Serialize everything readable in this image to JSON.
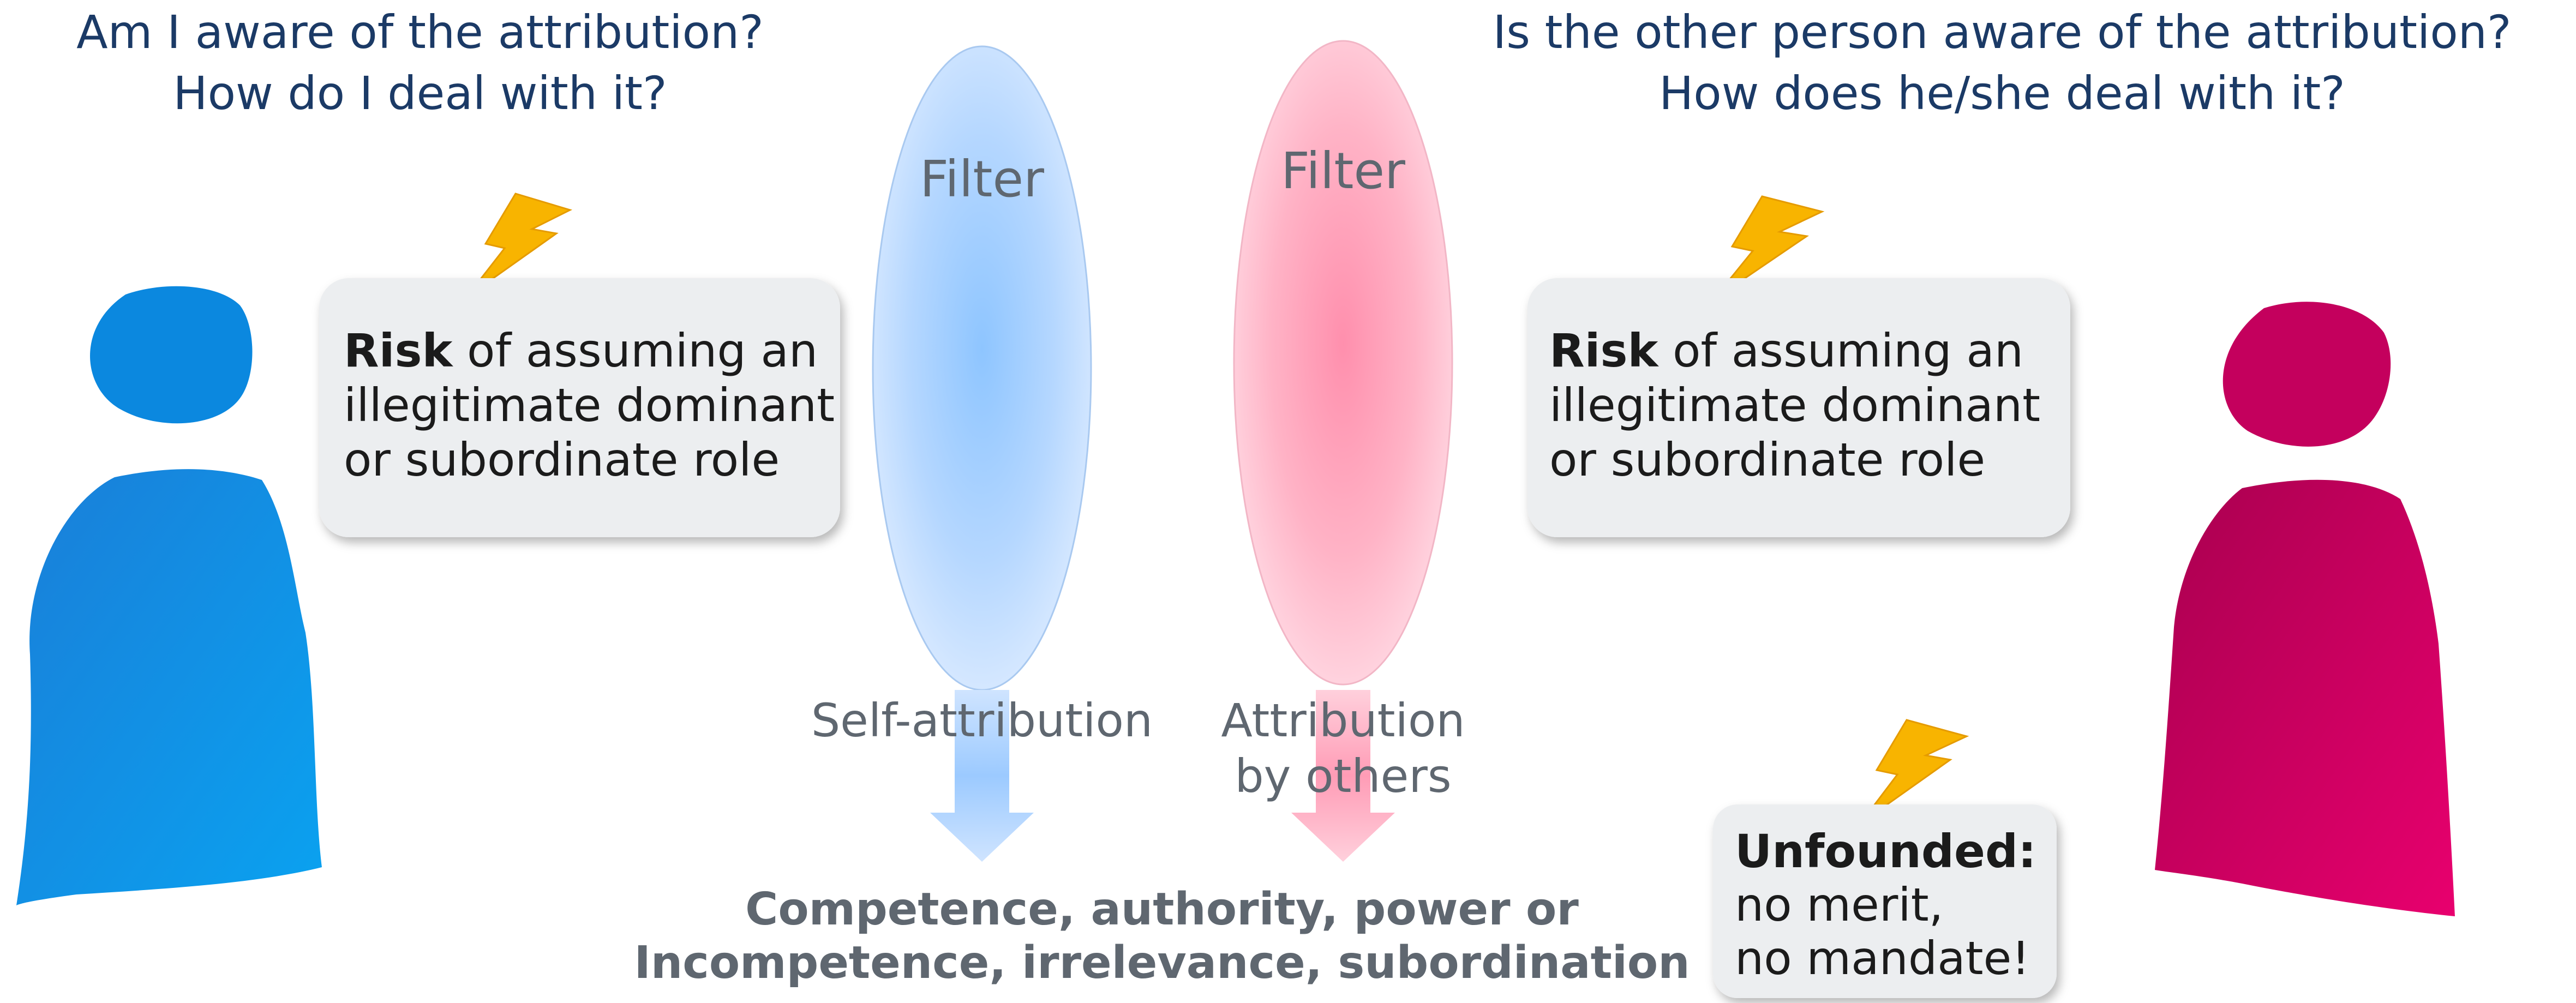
{
  "left_heading": {
    "line1": "Am I aware of the attribution?",
    "line2": "How do I deal with it?"
  },
  "right_heading": {
    "line1": "Is the other person aware of the attribution?",
    "line2": "How does he/she deal with it?"
  },
  "filters": {
    "left_label": "Filter",
    "right_label": "Filter"
  },
  "attributions": {
    "self": "Self-attribution",
    "others_line1": "Attribution",
    "others_line2": "by others"
  },
  "risk_box_left": {
    "bold": "Risk",
    "line1_rest": " of assuming an",
    "line2": "illegitimate dominant",
    "line3": "or subordinate role"
  },
  "risk_box_right": {
    "bold": "Risk",
    "line1_rest": " of assuming an",
    "line2": "illegitimate dominant",
    "line3": "or subordinate role"
  },
  "unfounded_box": {
    "bold": "Unfounded:",
    "line2": "no merit,",
    "line3": "no mandate!"
  },
  "bottom": {
    "line1": "Competence, authority, power or",
    "line2": "Incompetence, irrelevance, subordination"
  },
  "icons": {
    "person_left": "person-silhouette-icon",
    "person_right": "person-silhouette-icon",
    "lightning": "lightning-bolt-icon"
  },
  "colors": {
    "blue": "#0a8fe0",
    "pink": "#d9006a",
    "lightning": "#f8b400",
    "heading": "#1b3a66",
    "gray_text": "#5f6770",
    "box_fill": "#eceef0"
  }
}
